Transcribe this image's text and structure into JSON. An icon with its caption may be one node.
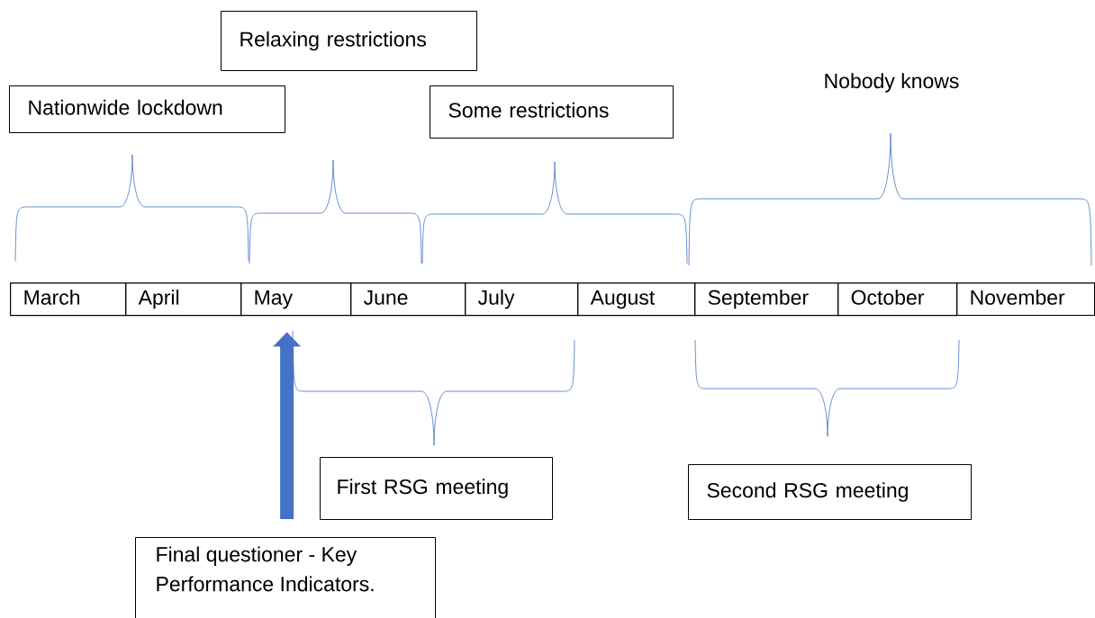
{
  "diagram": {
    "nodes": [
      {
        "text": [
          "Relaxing restrictions"
        ]
      },
      {
        "text": [
          "Nationwide lockdown"
        ]
      },
      {
        "text": [
          "Some restrictions"
        ]
      },
      {
        "text": [
          "Nobody knows"
        ]
      },
      {
        "text": [
          "March"
        ]
      },
      {
        "text": [
          "April"
        ]
      },
      {
        "text": [
          "May"
        ]
      },
      {
        "text": [
          "June"
        ]
      },
      {
        "text": [
          "July"
        ]
      },
      {
        "text": [
          "August"
        ]
      },
      {
        "text": [
          "September"
        ]
      },
      {
        "text": [
          "October"
        ]
      },
      {
        "text": [
          "November"
        ]
      },
      {
        "text": [
          "First RSG meeting"
        ]
      },
      {
        "text": [
          "Second RSG meeting"
        ]
      },
      {
        "text": [
          "Final questioner - Key Performance Indicators."
        ]
      }
    ],
    "edges": [
      {
        "from": 15,
        "to": 6,
        "arrow": "to",
        "color": "#4472c4"
      }
    ]
  }
}
